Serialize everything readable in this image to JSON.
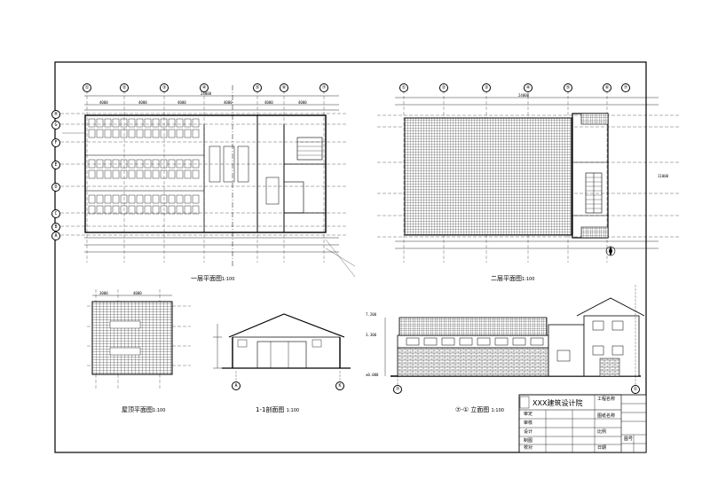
{
  "titles": {
    "first_floor": "一层平面图",
    "first_floor_scale": "1:100",
    "second_floor": "二层平面图",
    "second_floor_scale": "1:100",
    "roof": "屋顶平面图",
    "roof_scale": "1:100",
    "section": "1-1剖面图",
    "section_scale": "1:100",
    "elevation": "⑦-① 立面图",
    "elevation_scale": "1:100"
  },
  "title_block": {
    "company": "XXX建筑设计院",
    "rows": [
      "审定",
      "审核",
      "设计",
      "制图",
      "校对"
    ],
    "project_label": "工程名称",
    "drawing_label": "图纸名称",
    "scale_label": "比例",
    "date_label": "日期",
    "sheet_label": "图号"
  },
  "dimensions": {
    "ff_total": "24000",
    "ff_bays": [
      "4000",
      "4000",
      "4000",
      "4000",
      "4000",
      "4000"
    ],
    "sf_total": "24000",
    "sf_depth": "11000",
    "roof_bays": [
      "3000",
      "4000"
    ],
    "elev_marks": [
      "3.300",
      "±0.000",
      "7.200"
    ]
  },
  "axes": {
    "ff_top": [
      "①",
      "②",
      "③",
      "④",
      "⑤",
      "⑥",
      "⑦"
    ],
    "ff_side": [
      "A",
      "B",
      "C",
      "D",
      "E",
      "F",
      "G",
      "H"
    ],
    "sf_top": [
      "①",
      "②",
      "③",
      "④",
      "⑤",
      "⑥",
      "⑦"
    ],
    "section": [
      "A",
      "K"
    ],
    "elev": [
      "⑦",
      "①"
    ]
  },
  "icons": {
    "north_arrow": "north-arrow-icon"
  }
}
